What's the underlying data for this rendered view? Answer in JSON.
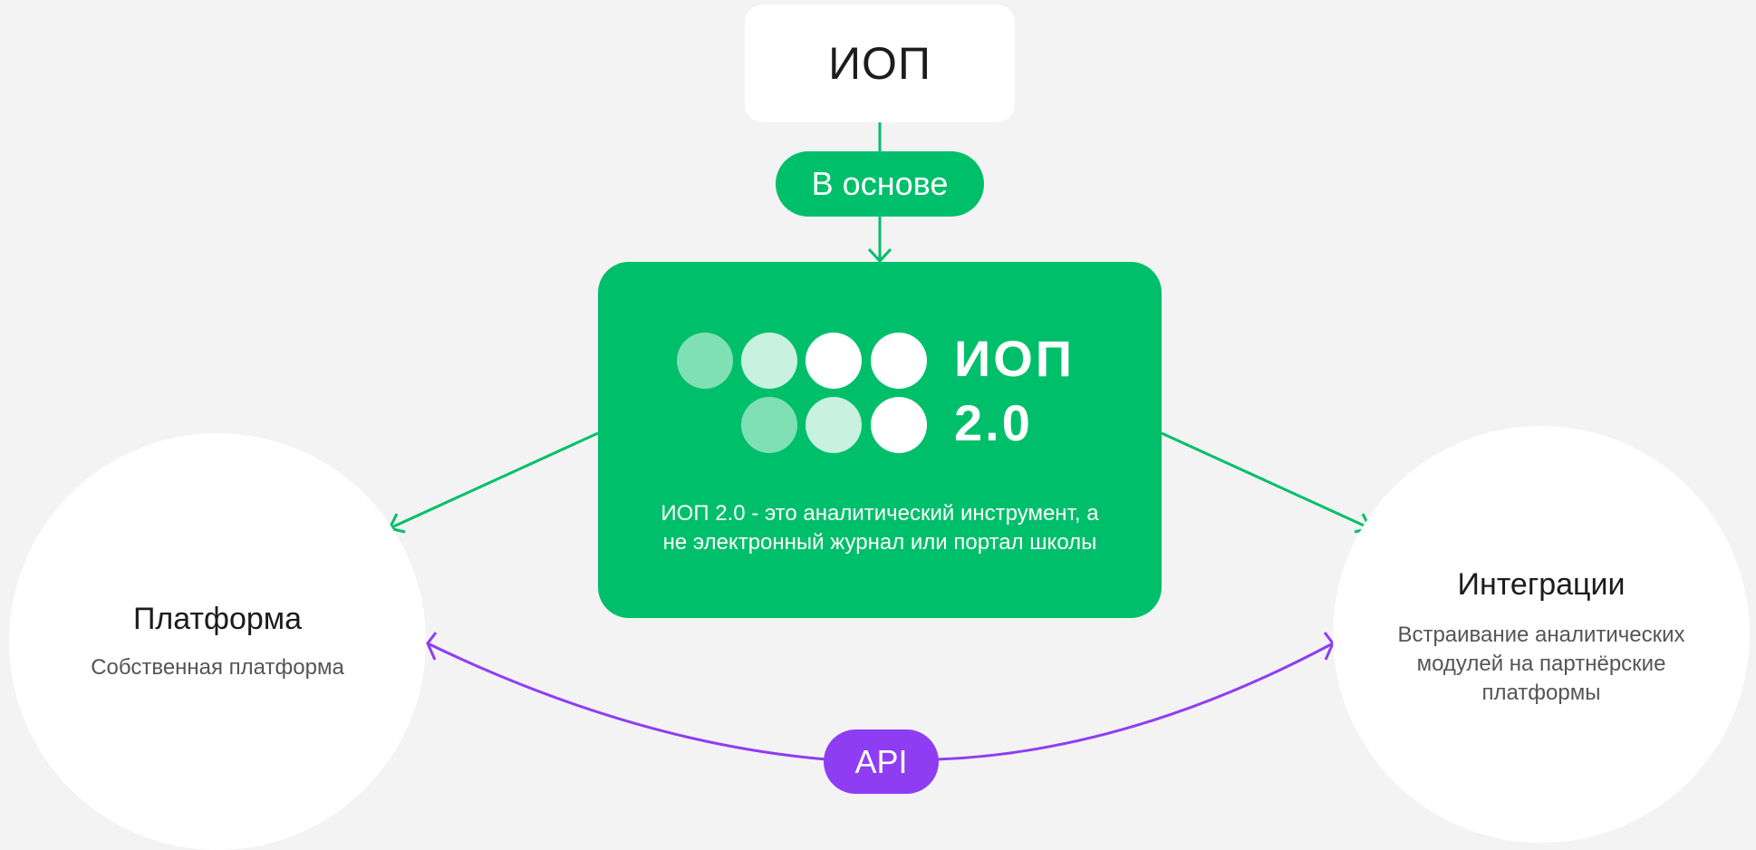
{
  "top_node": {
    "label": "ИОП"
  },
  "edge_top": {
    "label": "В основе"
  },
  "center_node": {
    "logo_text_line1": "ИОП",
    "logo_text_line2": "2.0",
    "description": "ИОП 2.0 - это аналитический инструмент, а не электронный журнал или портал школы"
  },
  "left_node": {
    "title": "Платформа",
    "description": "Собственная платформа"
  },
  "right_node": {
    "title": "Интеграции",
    "description": "Встраивание аналитических модулей на партнёрские платформы"
  },
  "edge_bottom": {
    "label": "API"
  },
  "colors": {
    "background": "#f3f3f3",
    "green": "#00bf6a",
    "purple": "#8e3df3",
    "node": "#ffffff",
    "text_dark": "#1c1c1c",
    "text_muted": "#555555"
  }
}
